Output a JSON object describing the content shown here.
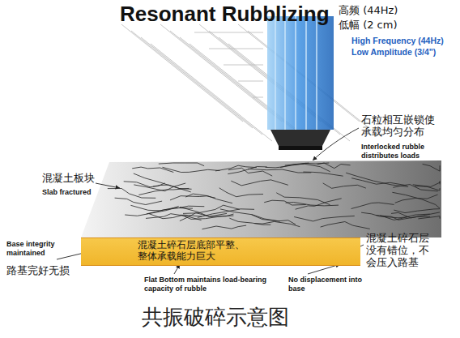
{
  "diagram": {
    "title": "Resonant Rubblizing",
    "caption": "共振破碎示意图",
    "nodes": [
      {
        "text": [
          "混凝土碎石层底部平整、 整体承载能力巨大"
        ]
      }
    ],
    "labels": [
      "高频 (44Hz)",
      "低幅 (2 cm)",
      "High Frequency (44Hz)",
      "Low Amplitude (3/4\")",
      "石粒相互嵌锁使 承载均匀分布",
      "Interlocked rubble distributes loads",
      "混凝土板块",
      "Slab fractured",
      "Base integrity maintained",
      "路基完好无损",
      "Flat Bottom maintains load-bearing capacity of rubble",
      "No displacement into base",
      "混凝土碎石层 没有错位，不 会压入路基"
    ]
  }
}
